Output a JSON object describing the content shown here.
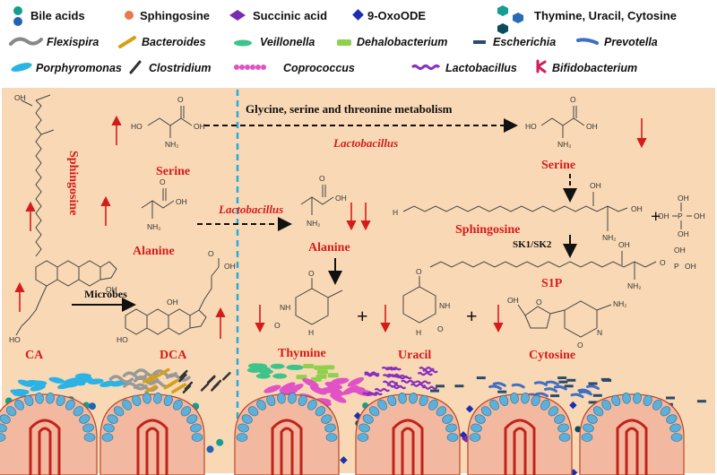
{
  "legend": {
    "bile_acids": "Bile acids",
    "sphingosine": "Sphingosine",
    "succinic_acid": "Succinic acid",
    "oxoode": "9-OxoODE",
    "thymine_group": "Thymine, Uracil, Cytosine",
    "flexispira": "Flexispira",
    "bacteroides": "Bacteroides",
    "veillonella": "Veillonella",
    "dehalobacterium": "Dehalobacterium",
    "escherichia": "Escherichia",
    "prevotella": "Prevotella",
    "porphyromonas": "Porphyromonas",
    "clostridium": "Clostridium",
    "coprococcus": "Coprococcus",
    "lactobacillus": "Lactobacillus",
    "bifidobacterium": "Bifidobacterium"
  },
  "pathway": {
    "glycine_title": "Glycine, serine and threonine metabolism",
    "lactobacillus_1": "Lactobacillus",
    "lactobacillus_2": "Lactobacillus",
    "microbes": "Microbes",
    "sk": "SK1/SK2"
  },
  "compounds": {
    "sphingosine_vertical": "Sphingosine",
    "serine_left": "Serine",
    "alanine_left": "Alanine",
    "ca": "CA",
    "dca": "DCA",
    "serine_right": "Serine",
    "alanine_right": "Alanine",
    "sphingosine_right": "Sphingosine",
    "s1p": "S1P",
    "thymine": "Thymine",
    "uracil": "Uracil",
    "cytosine": "Cytosine"
  },
  "atoms": {
    "ho": "HO",
    "oh": "OH",
    "o": "O",
    "nh2": "NH₂",
    "nh": "NH",
    "n": "N",
    "h": "H",
    "p": "P"
  },
  "colors": {
    "panel_bg": "#f9d9b5",
    "divider": "#27a9e1",
    "arrow_red": "#d41c1c",
    "bile_acid_teal": "#139e91",
    "bile_acid_blue": "#2462b5",
    "sphingosine_dot": "#e8794e",
    "succinic": "#7b2bb0",
    "oxoode": "#1c2fb0",
    "villus_red": "#c0231c",
    "villus_cell": "#5fb0d8"
  }
}
